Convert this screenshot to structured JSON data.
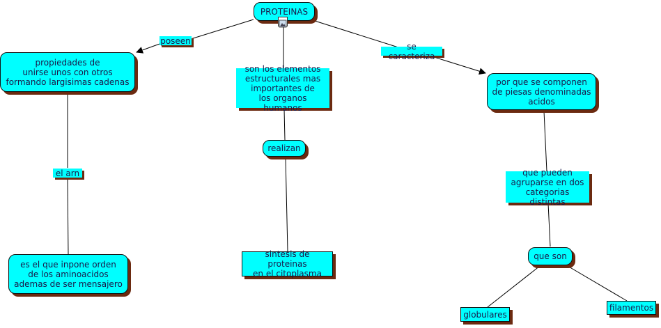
{
  "nodes": {
    "proteinas": "PROTEINAS",
    "poseen": "poseen",
    "propiedades": "propiedades de\nunirse unos con otros\nformando largisimas cadenas",
    "son_elementos": "son los elementos\nestructurales mas\nimportantes de\nlos organos humanos",
    "se_caracteriza": "se caracteriza",
    "por_que": "por que se componen\nde piesas denominadas\nacidos",
    "el_arn": "el arn",
    "realizan": "realizan",
    "que_pueden": "que pueden\nagruparse en dos\ncategorias distintas",
    "es_el_que": "es el que inpone orden\nde los aminoacidos\nademas de ser mensajero",
    "sintesis": "sintesis de proteinas\nen el citoplasma",
    "que_son": "que son",
    "globulares": "globulares",
    "filamentos": "filamentos"
  },
  "colors": {
    "node_fill": "#00ffff",
    "shadow": "#6b2a10",
    "line": "#000000"
  },
  "icons": {
    "proteinas_attachment": "image-icon"
  }
}
